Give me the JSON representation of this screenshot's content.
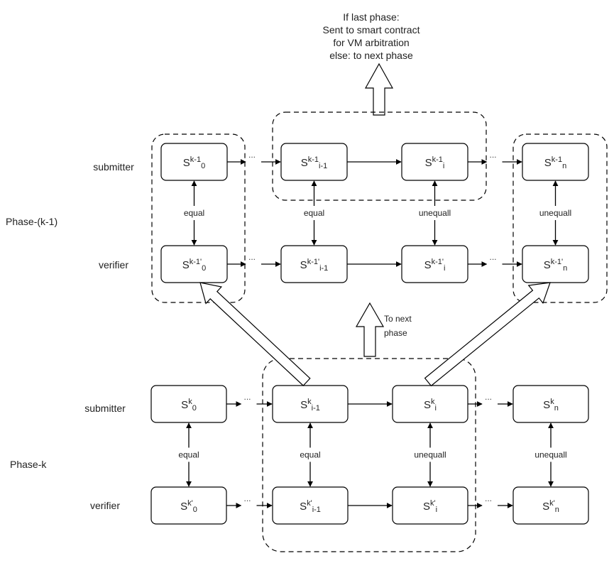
{
  "top_note": [
    "If last phase:",
    "Sent to smart contract",
    "for VM arbitration",
    "else: to next phase"
  ],
  "mid_note": [
    "To next",
    "phase"
  ],
  "phases": [
    {
      "name": "Phase-(k-1)",
      "rows": [
        "submitter",
        "verifier"
      ],
      "submitter_states": [
        {
          "base": "S",
          "sup": "k-1",
          "sub": "0"
        },
        {
          "base": "S",
          "sup": "k-1",
          "sub": "i-1"
        },
        {
          "base": "S",
          "sup": "k-1",
          "sub": "i"
        },
        {
          "base": "S",
          "sup": "k-1",
          "sub": "n"
        }
      ],
      "verifier_states": [
        {
          "base": "S",
          "sup": "k-1'",
          "sub": "0"
        },
        {
          "base": "S",
          "sup": "k-1'",
          "sub": "i-1"
        },
        {
          "base": "S",
          "sup": "k-1'",
          "sub": "i"
        },
        {
          "base": "S",
          "sup": "k-1'",
          "sub": "n"
        }
      ],
      "comparisons": [
        "equal",
        "equal",
        "unequall",
        "unequall"
      ]
    },
    {
      "name": "Phase-k",
      "rows": [
        "submitter",
        "verifier"
      ],
      "submitter_states": [
        {
          "base": "S",
          "sup": "k",
          "sub": "0"
        },
        {
          "base": "S",
          "sup": "k",
          "sub": "i-1"
        },
        {
          "base": "S",
          "sup": "k",
          "sub": "i"
        },
        {
          "base": "S",
          "sup": "k",
          "sub": "n"
        }
      ],
      "verifier_states": [
        {
          "base": "S",
          "sup": "k'",
          "sub": "0"
        },
        {
          "base": "S",
          "sup": "k'",
          "sub": "i-1"
        },
        {
          "base": "S",
          "sup": "k'",
          "sub": "i"
        },
        {
          "base": "S",
          "sup": "k'",
          "sub": "n"
        }
      ],
      "comparisons": [
        "equal",
        "equal",
        "unequall",
        "unequall"
      ]
    }
  ],
  "ellipsis": "..."
}
